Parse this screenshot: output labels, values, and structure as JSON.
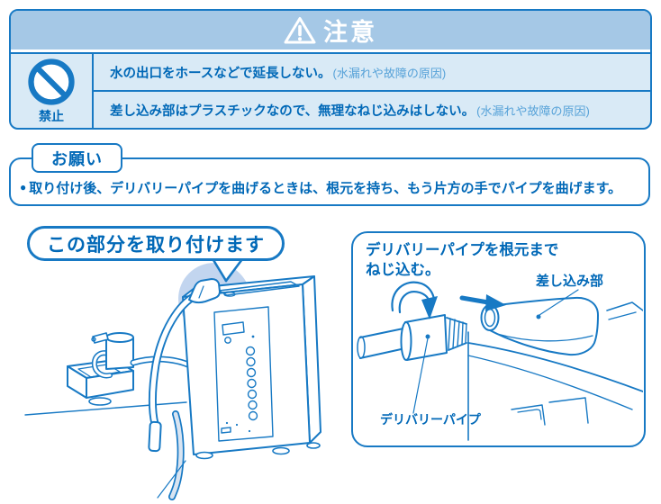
{
  "colors": {
    "line_blue": "#1779C4",
    "text_blue": "#0068B7",
    "note_blue": "#55A1D8",
    "header_bg": "#A5C8E6",
    "row_bg": "#D9EAF6",
    "highlight_circle": "#C2D5EF"
  },
  "caution": {
    "title": "注意",
    "warning_icon": "warning-triangle-icon",
    "prohibition": {
      "icon": "prohibition-icon",
      "label": "禁止"
    },
    "items": [
      {
        "text": "水の出口をホースなどで延長しない。",
        "note": "(水漏れや故障の原因)"
      },
      {
        "text": "差し込み部はプラスチックなので、無理なねじ込みはしない。",
        "note": "(水漏れや故障の原因)"
      }
    ]
  },
  "request": {
    "tab_label": "お願い",
    "bullet": "●",
    "text": "取り付け後、デリバリーパイプを曲げるときは、根元を持ち、もう片方の手でパイプを曲げます。"
  },
  "left_figure": {
    "callout": "この部分を取り付けます"
  },
  "right_figure": {
    "instruction_line1": "デリバリーパイプを根元まで",
    "instruction_line2": "ねじ込む。",
    "socket_label": "差し込み部",
    "pipe_label": "デリバリーパイプ"
  }
}
